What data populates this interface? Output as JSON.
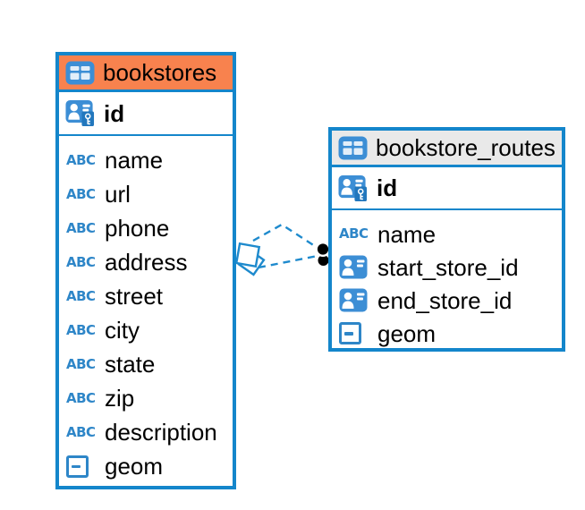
{
  "diagram": {
    "tool": "database-er-diagram",
    "icons": {
      "text_type_label": "ABC"
    },
    "colors": {
      "table_border_blue": "#1486CB",
      "icon_blue": "#3C8ED5",
      "header_orange": "#F8824E",
      "header_gray": "#E9E9E9",
      "connector_blue": "#1E8ACD",
      "text_black": "#000000",
      "abc_blue": "#2E86C8"
    },
    "tables": [
      {
        "name": "bookstores",
        "header_style": "orange",
        "primary_key": {
          "label": "id",
          "type": "primary-key"
        },
        "columns": [
          {
            "label": "name",
            "type": "text"
          },
          {
            "label": "url",
            "type": "text"
          },
          {
            "label": "phone",
            "type": "text"
          },
          {
            "label": "address",
            "type": "text"
          },
          {
            "label": "street",
            "type": "text"
          },
          {
            "label": "city",
            "type": "text"
          },
          {
            "label": "state",
            "type": "text"
          },
          {
            "label": "zip",
            "type": "text"
          },
          {
            "label": "description",
            "type": "text"
          },
          {
            "label": "geom",
            "type": "geometry"
          }
        ]
      },
      {
        "name": "bookstore_routes",
        "header_style": "gray",
        "primary_key": {
          "label": "id",
          "type": "primary-key"
        },
        "columns": [
          {
            "label": "name",
            "type": "text"
          },
          {
            "label": "start_store_id",
            "type": "reference"
          },
          {
            "label": "end_store_id",
            "type": "reference"
          },
          {
            "label": "geom",
            "type": "geometry"
          }
        ]
      }
    ],
    "relationships": [
      {
        "from": "bookstores",
        "to": "bookstore_routes",
        "line_style": "dashed",
        "source_marker": "diamond",
        "target_marker": "black-dot"
      },
      {
        "from": "bookstores",
        "to": "bookstore_routes",
        "line_style": "dashed",
        "source_marker": "diamond",
        "target_marker": "black-dot"
      }
    ]
  }
}
